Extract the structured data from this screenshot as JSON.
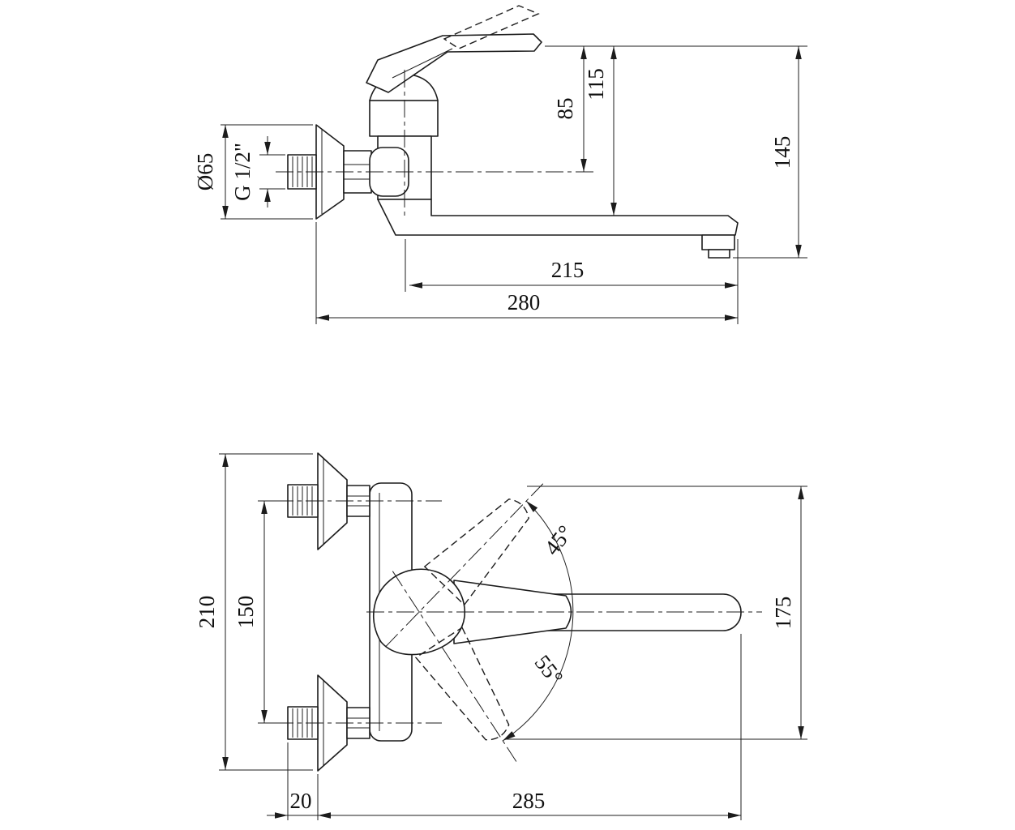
{
  "drawing": {
    "line_color": "#1c1c1c",
    "background": "#ffffff",
    "side_view": {
      "dims": {
        "flange_diameter": "Ø65",
        "thread_size": "G 1/2\"",
        "height_to_wall_axis": "85",
        "height_to_spout": "115",
        "total_height": "145",
        "spout_reach": "215",
        "total_reach": "280"
      }
    },
    "plan_view": {
      "dims": {
        "overall_width": "210",
        "connection_centers": "150",
        "swing_up_angle": "45°",
        "swing_down_angle": "55°",
        "overall_depth": "175",
        "wall_offset": "20",
        "overall_length": "285"
      }
    }
  }
}
